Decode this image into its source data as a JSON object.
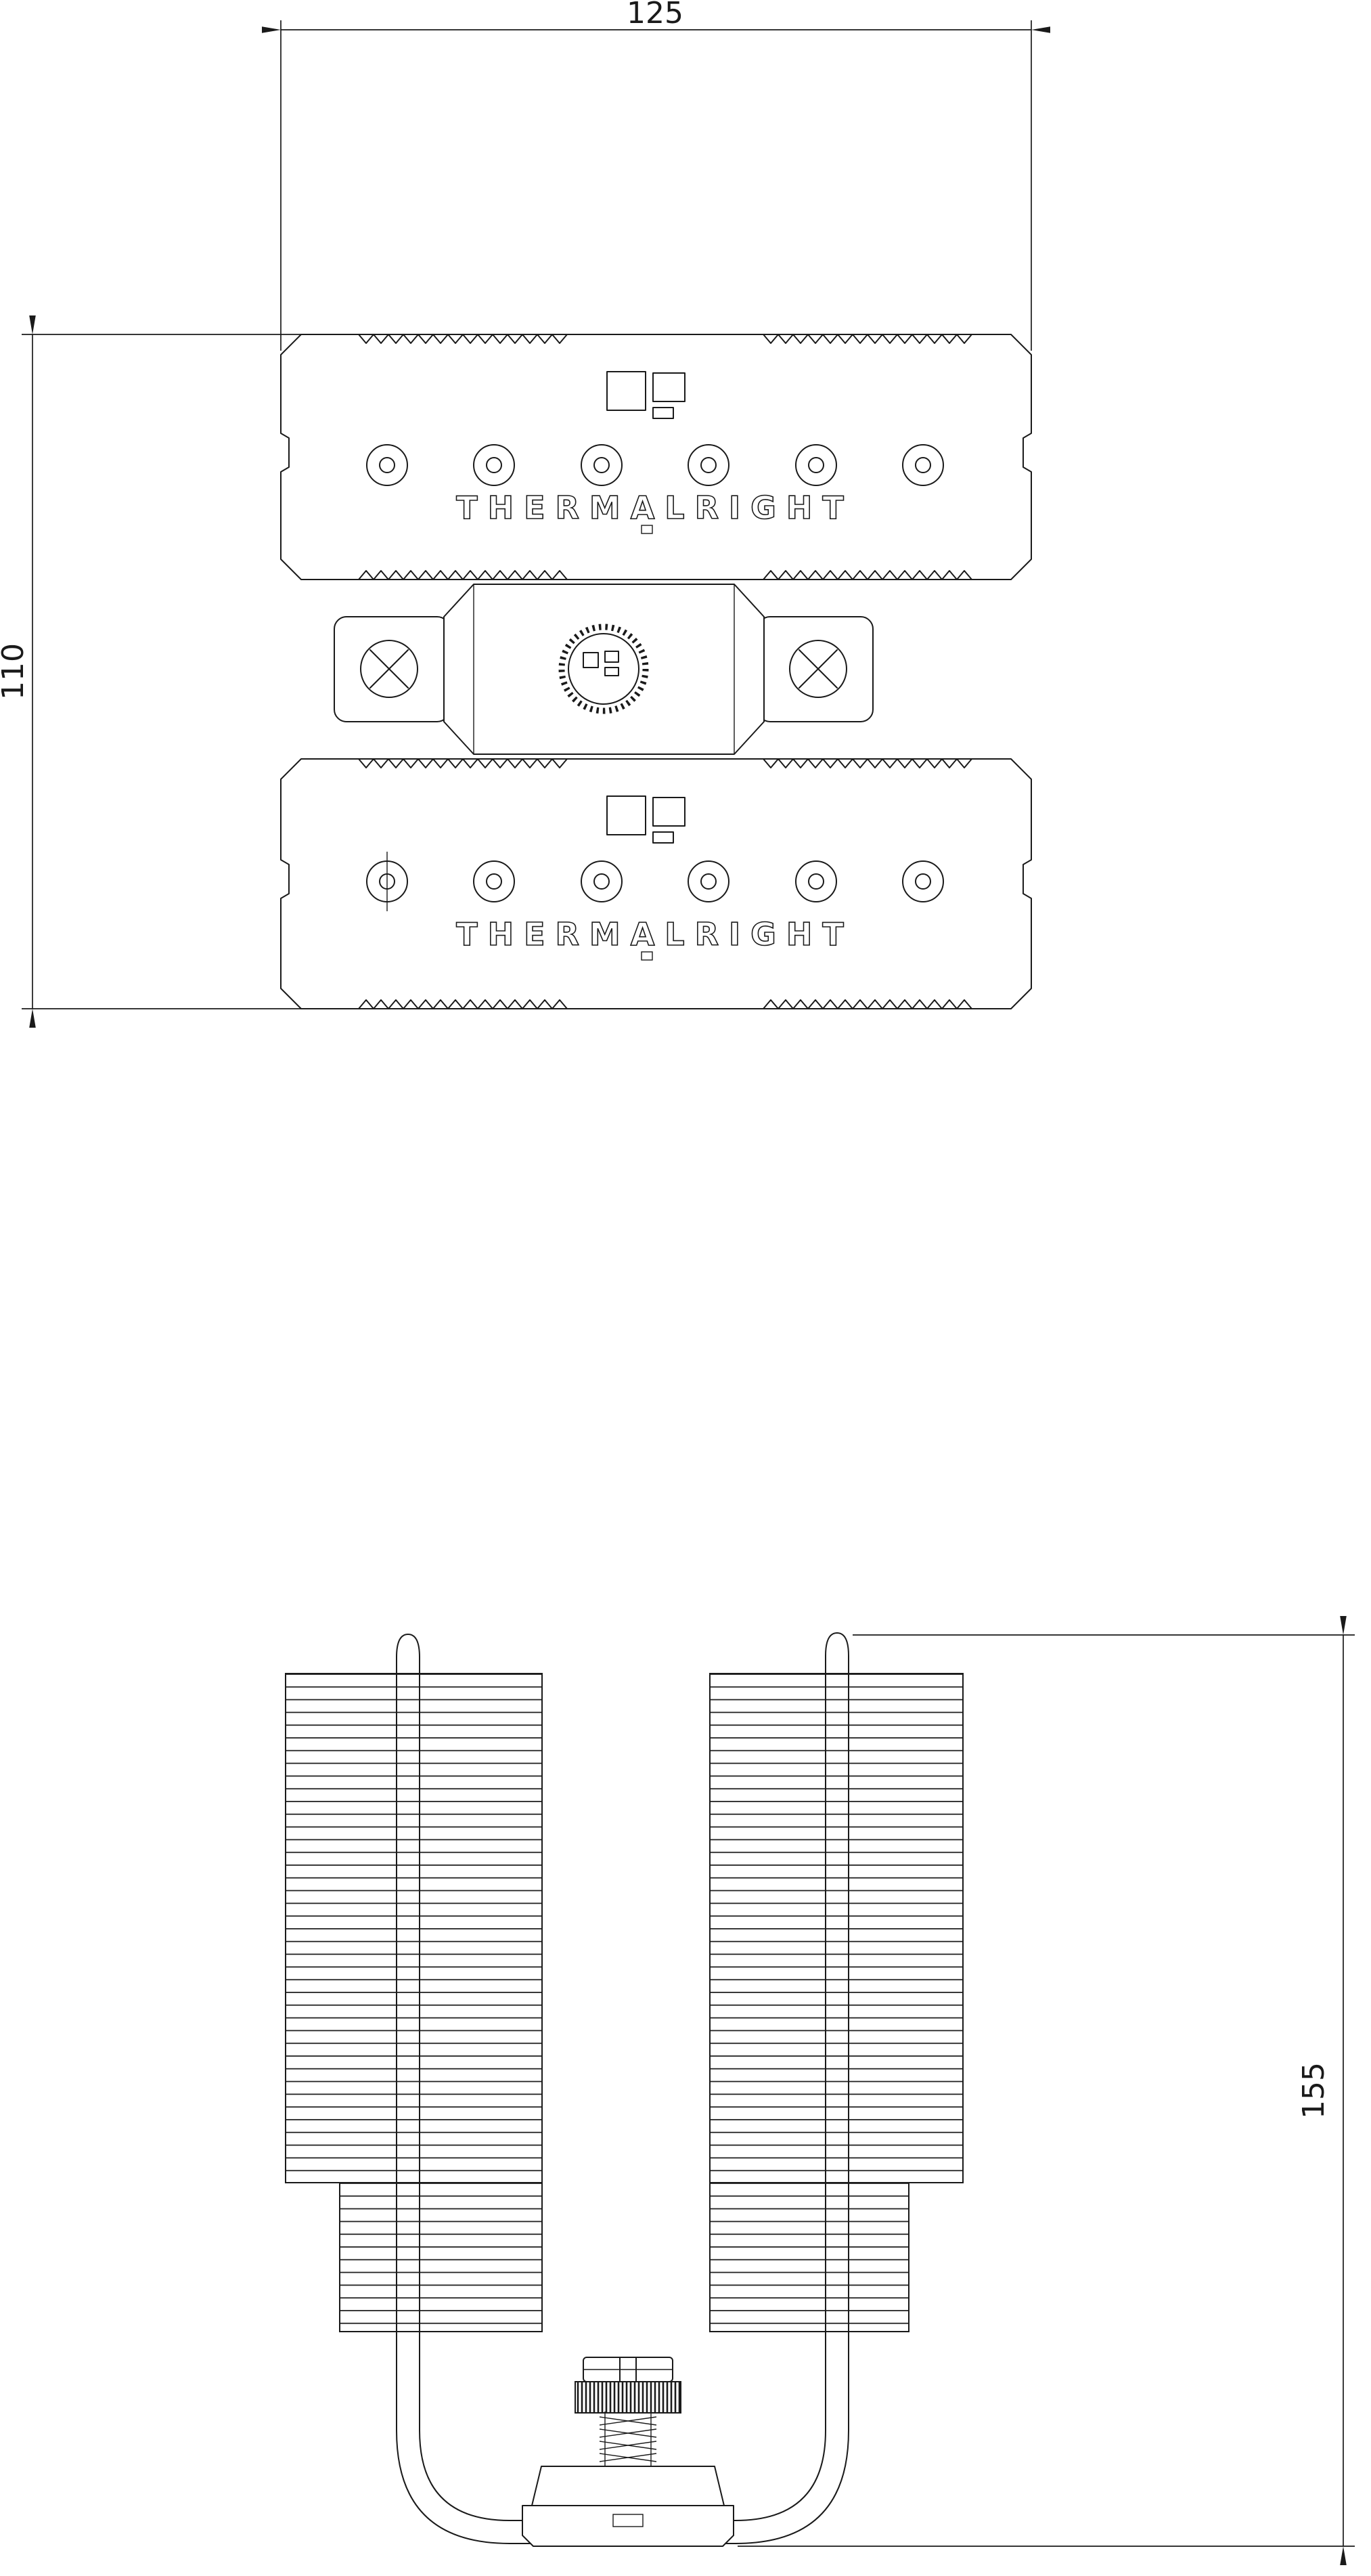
{
  "page": {
    "background": "#ffffff",
    "line_color": "#1a1a1a",
    "description_name": "heatsink-technical-drawing"
  },
  "labels": {
    "dim_width_mm": "125",
    "dim_depth_mm": "110",
    "dim_height_mm": "155"
  },
  "brand": {
    "logo_text": "THERMALRIGHT"
  }
}
